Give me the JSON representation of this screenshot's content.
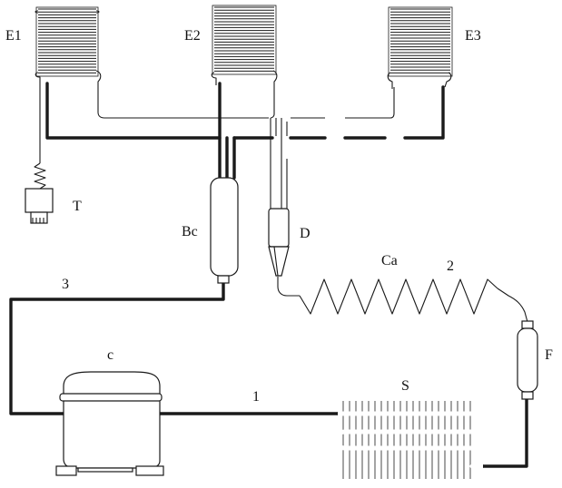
{
  "labels": {
    "e1": "E1",
    "e2": "E2",
    "e3": "E3",
    "t": "T",
    "bc": "Bc",
    "d": "D",
    "ca": "Ca",
    "n2": "2",
    "n3": "3",
    "c": "c",
    "n1": "1",
    "s": "S",
    "f": "F"
  },
  "colors": {
    "line": "#1a1a1a",
    "background": "#ffffff"
  }
}
